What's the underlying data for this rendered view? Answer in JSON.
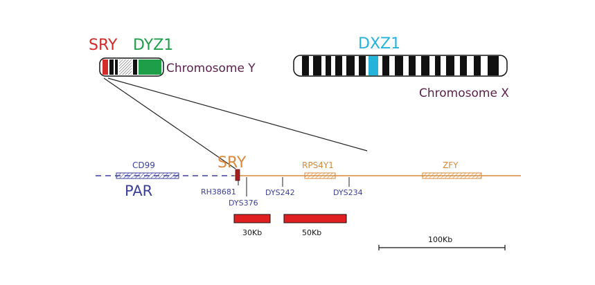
{
  "colors": {
    "sry": "#d42a2a",
    "dyz1": "#1f9e4a",
    "dxz1": "#26b3d9",
    "orange": "#d9883a",
    "navy": "#3a3f9c",
    "dark_text": "#5a1e4a",
    "red_bar": "#e02020",
    "black": "#111111"
  },
  "chromosomes": {
    "y": {
      "label": "Chromosome Y",
      "sry_label": "SRY",
      "dyz1_label": "DYZ1"
    },
    "x": {
      "label": "Chromosome X",
      "dxz1_label": "DXZ1"
    }
  },
  "map": {
    "sry_label": "SRY",
    "par_label": "PAR",
    "genes": [
      {
        "id": "cd99",
        "label": "CD99"
      },
      {
        "id": "rps4y1",
        "label": "RPS4Y1"
      },
      {
        "id": "zfy",
        "label": "ZFY"
      }
    ],
    "markers": [
      {
        "id": "rh38681",
        "label": "RH38681"
      },
      {
        "id": "dys376",
        "label": "DYS376"
      },
      {
        "id": "dys242",
        "label": "DYS242"
      },
      {
        "id": "dys234",
        "label": "DYS234"
      }
    ],
    "fragments": [
      {
        "id": "frag30",
        "label": "30Kb"
      },
      {
        "id": "frag50",
        "label": "50Kb"
      }
    ],
    "scale_label": "100Kb"
  }
}
